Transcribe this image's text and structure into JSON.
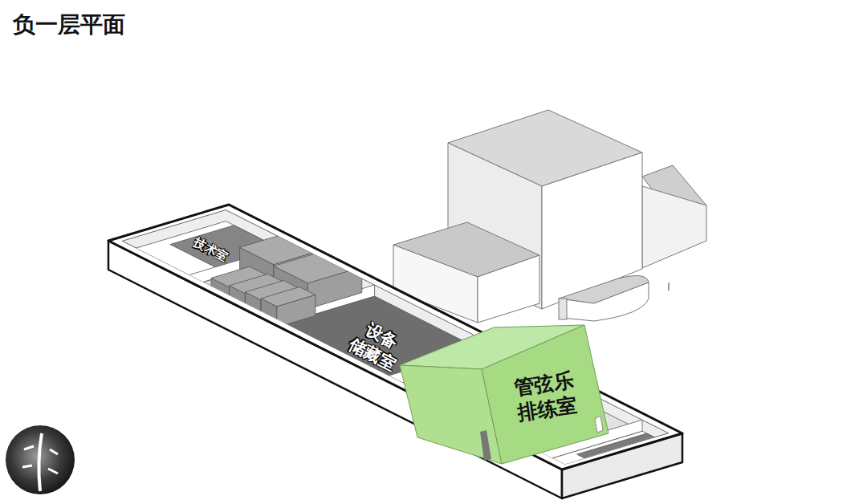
{
  "diagram": {
    "title": "负一层平面",
    "nodes": [
      {
        "text": [
          "技术室"
        ]
      },
      {
        "text": [
          "设备 储藏室"
        ]
      },
      {
        "text": [
          "管弦乐 排练室"
        ]
      }
    ]
  }
}
